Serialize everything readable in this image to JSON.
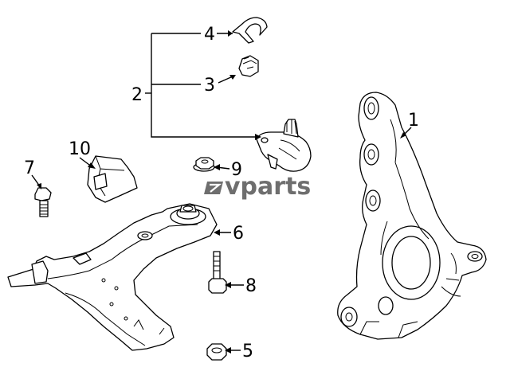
{
  "callouts": {
    "c1": "1",
    "c2": "2",
    "c3": "3",
    "c4": "4",
    "c5": "5",
    "c6": "6",
    "c7": "7",
    "c8": "8",
    "c9": "9",
    "c10": "10"
  },
  "watermark": "vparts",
  "colors": {
    "line": "#000000",
    "watermark": "#6e6e6e",
    "background": "#ffffff"
  }
}
